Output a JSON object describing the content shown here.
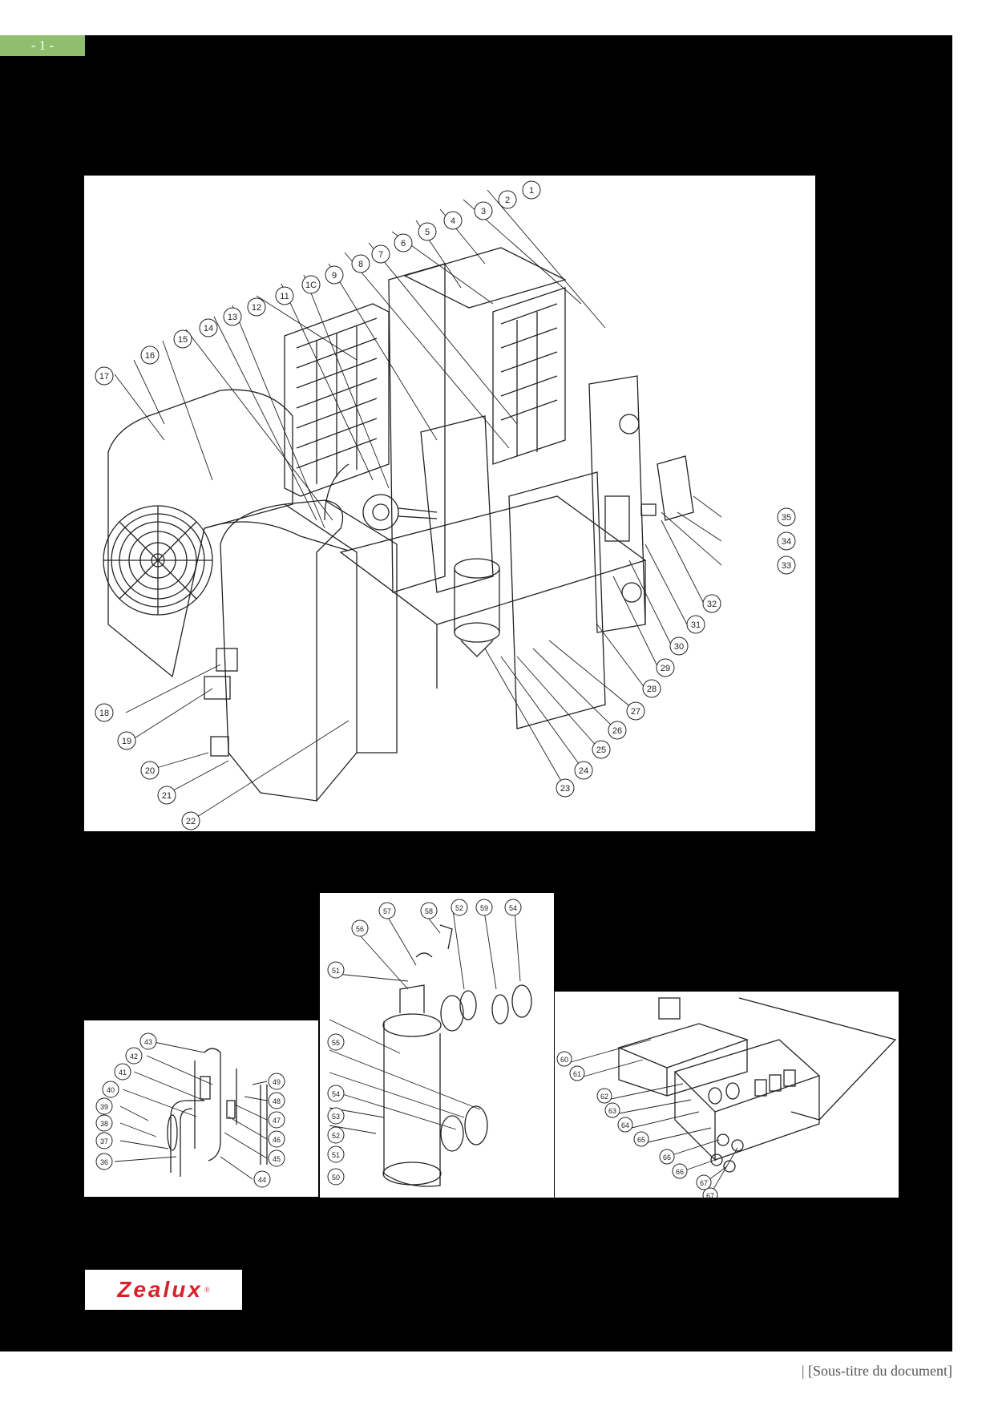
{
  "page": {
    "number_label": "- 1 -",
    "subtitle": "| [Sous-titre du document]"
  },
  "logo": {
    "text": "Zealux",
    "reg": "®"
  },
  "main_diagram": {
    "labels": [
      "1",
      "2",
      "3",
      "4",
      "5",
      "6",
      "7",
      "8",
      "9",
      "1C",
      "11",
      "12",
      "13",
      "14",
      "15",
      "16",
      "17",
      "18",
      "19",
      "20",
      "21",
      "22",
      "23",
      "24",
      "25",
      "26",
      "27",
      "28",
      "29",
      "30",
      "31",
      "32",
      "33",
      "34",
      "35"
    ]
  },
  "pipe_diagram": {
    "labels": [
      "36",
      "37",
      "38",
      "39",
      "40",
      "41",
      "42",
      "43",
      "44",
      "45",
      "46",
      "47",
      "48",
      "49"
    ]
  },
  "exchanger_diagram": {
    "labels": [
      "50",
      "51",
      "51",
      "52",
      "52",
      "53",
      "54",
      "54",
      "55",
      "56",
      "57",
      "58",
      "59"
    ]
  },
  "electric_box_diagram": {
    "labels": [
      "60",
      "61",
      "62",
      "63",
      "64",
      "65",
      "66",
      "66",
      "67",
      "67"
    ]
  },
  "colors": {
    "background": "#000000",
    "tab": "#8fbf6e",
    "logo": "#d8222a"
  }
}
